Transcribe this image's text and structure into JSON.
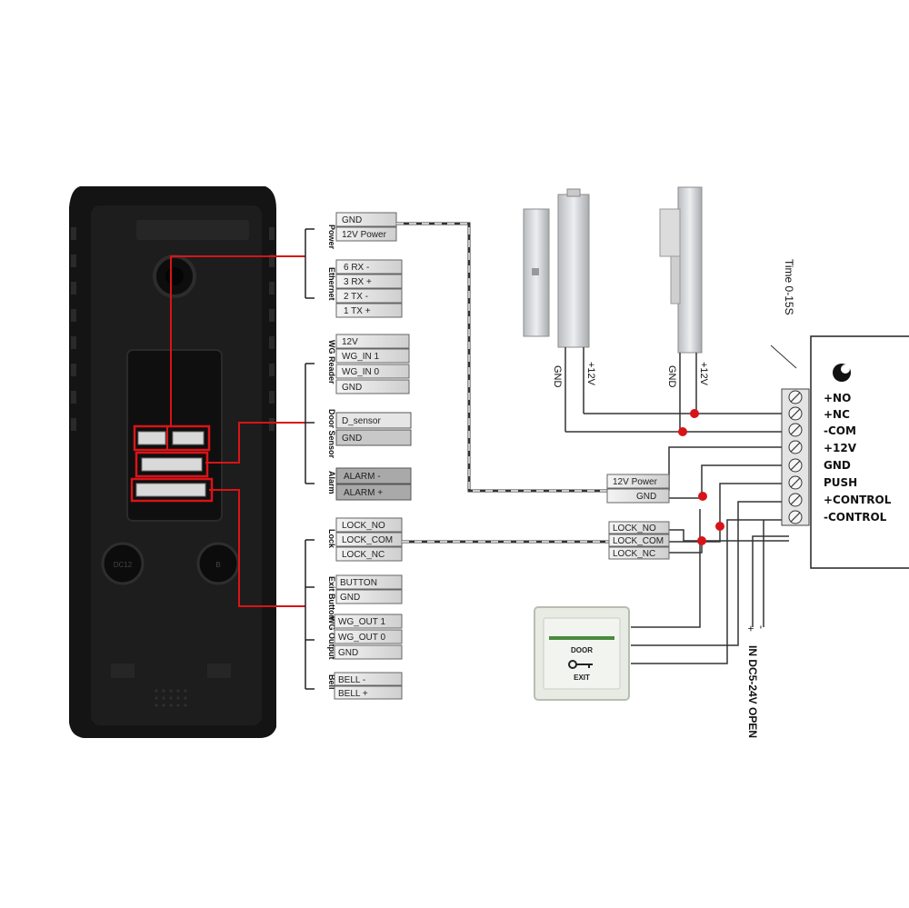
{
  "terminal_groups": [
    {
      "name": "Power",
      "pins": [
        "GND",
        "12V Power"
      ]
    },
    {
      "name": "Ethernet",
      "pins": [
        "6 RX -",
        "3 RX +",
        "2 TX -",
        "1 TX +"
      ]
    },
    {
      "name": "WG Reader",
      "pins": [
        "12V",
        "WG_IN 1",
        "WG_IN 0",
        "GND"
      ]
    },
    {
      "name": "Door Sensor",
      "pins": [
        "D_sensor",
        "GND"
      ]
    },
    {
      "name": "Alarm",
      "pins": [
        "ALARM -",
        "ALARM +"
      ]
    },
    {
      "name": "Lock",
      "pins": [
        "LOCK_NO",
        "LOCK_COM",
        "LOCK_NC"
      ]
    },
    {
      "name": "Exit Button",
      "pins": [
        "BUTTON",
        "GND"
      ]
    },
    {
      "name": "WG Output",
      "pins": [
        "WG_OUT 1",
        "WG_OUT 0",
        "GND"
      ]
    },
    {
      "name": "Bell",
      "pins": [
        "BELL -",
        "BELL +"
      ]
    }
  ],
  "device": {
    "button_left": "DC12",
    "button_right": "B"
  },
  "power_box": {
    "pins": [
      "12V Power",
      "GND"
    ]
  },
  "lock_box": {
    "pins": [
      "LOCK_NO",
      "LOCK_COM",
      "LOCK_NC"
    ]
  },
  "maglock": {
    "wire_labels": [
      "GND",
      "+12V"
    ]
  },
  "strike": {
    "wire_labels": [
      "GND",
      "+12V"
    ]
  },
  "controller": {
    "time_label": "Time 0-15S",
    "terminals": [
      "+NO",
      "+NC",
      "-COM",
      "+12V",
      "GND",
      "PUSH",
      "+CONTROL",
      "-CONTROL"
    ]
  },
  "supply": {
    "label": "IN DC5-24V OPEN",
    "polarity": [
      "+",
      "-"
    ]
  },
  "exit_button": {
    "top": "DOOR",
    "bottom": "EXIT"
  }
}
